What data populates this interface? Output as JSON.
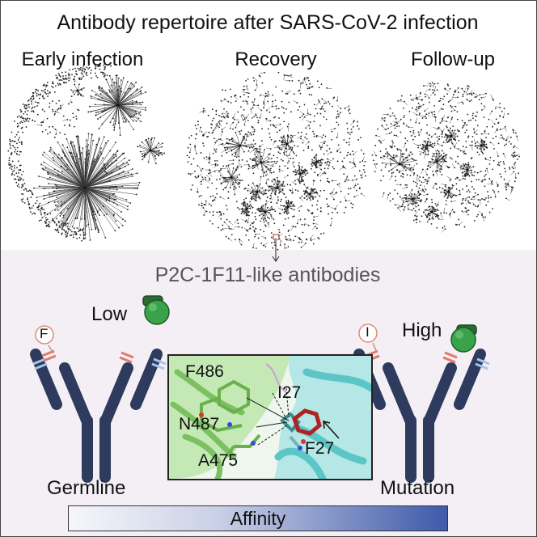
{
  "title": "Antibody repertoire after SARS-CoV-2 infection",
  "networks": [
    {
      "label": "Early infection"
    },
    {
      "label": "Recovery"
    },
    {
      "label": "Follow-up"
    }
  ],
  "lower_panel": {
    "title": "P2C-1F11-like antibodies",
    "germline": {
      "label": "Germline",
      "residue": "F",
      "binding": "Low"
    },
    "mutation": {
      "label": "Mutation",
      "residue": "I",
      "binding": "High"
    },
    "affinity_label": "Affinity",
    "structure_residues": [
      "F486",
      "I27",
      "N487",
      "F27",
      "A475"
    ]
  },
  "colors": {
    "antibody_body": "#2f3b5e",
    "light_stripe": "#a9c4ee",
    "heavy_stripe": "#e07a6b",
    "antigen_green": "#3aa24a",
    "residue_circle": "#e08a7a",
    "affinity_low": "#f6f7fb",
    "affinity_high": "#3e5aa9"
  }
}
